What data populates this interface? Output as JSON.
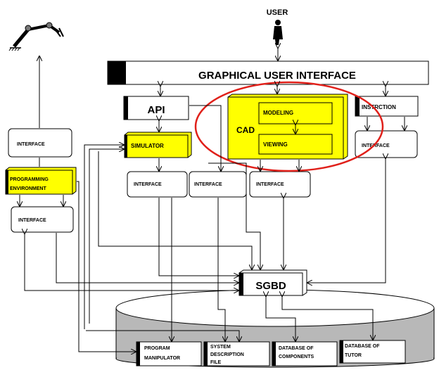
{
  "user": {
    "label": "USER"
  },
  "gui": {
    "label": "GRAPHICAL USER INTERFACE"
  },
  "api": {
    "label": "API"
  },
  "cad": {
    "label": "CAD",
    "modeling": "MODELING",
    "viewing": "VIEWING"
  },
  "instruction": {
    "label": "INSTRCTION"
  },
  "simulator": {
    "label": "SIMULATOR"
  },
  "programming_env": {
    "line1": "PROGRAMMING",
    "line2": "ENVIRONMENT"
  },
  "interface_label": "INTERFACE",
  "sgbd": {
    "label": "SGBD"
  },
  "database": {
    "program_manipulator": {
      "line1": "PROGRAM",
      "line2": "MANIPULATOR"
    },
    "system_description": {
      "line1": "SYSTEM",
      "line2": "DESCRIPTION",
      "line3": "FILE"
    },
    "components": {
      "line1": "DATABASE OF",
      "line2": "COMPONENTS"
    },
    "tutor": {
      "line1": "DATABASE OF",
      "line2": "TUTOR"
    }
  },
  "colors": {
    "highlight": "#ffff00",
    "ellipse": "#e0201a",
    "cylinder": "#b8b8b8",
    "line": "#000000"
  }
}
